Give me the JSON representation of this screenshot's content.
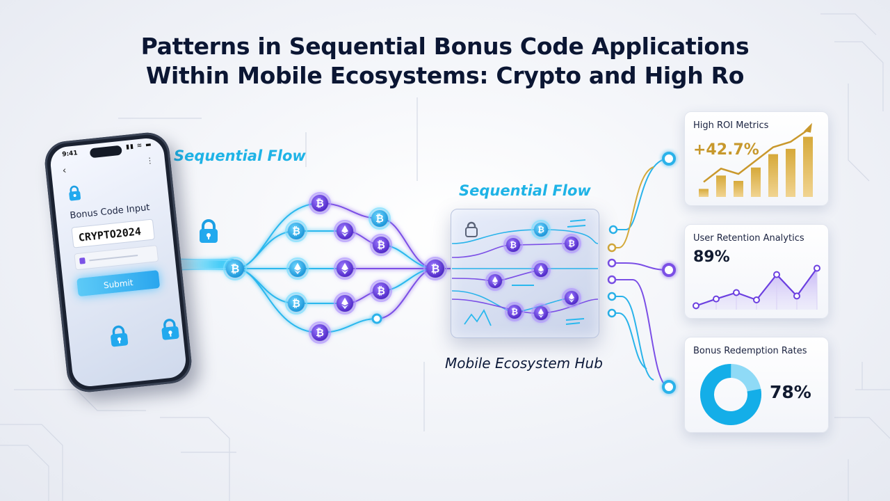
{
  "title_line1": "Patterns in Sequential Bonus Code Applications",
  "title_line2": "Within Mobile Ecosystems: Crypto and High Ro",
  "flow_labels": [
    "Sequential Flow",
    "Sequential Flow"
  ],
  "hub_label": "Mobile Ecosystem Hub",
  "phone": {
    "time": "9:41",
    "status_icons": "▮▮ ≋ ▬",
    "back_icon": "‹",
    "menu_icon": "⋮",
    "bonus_label": "Bonus Code Input",
    "code_value": "CRYPTO2024",
    "submit_label": "Submit"
  },
  "cards": {
    "roi": {
      "title": "High ROI Metrics",
      "value": "+42.7%",
      "bars": [
        0.12,
        0.32,
        0.24,
        0.44,
        0.64,
        0.72,
        0.9
      ]
    },
    "retention": {
      "title": "User Retention Analytics",
      "value": "89%",
      "points": [
        0.08,
        0.22,
        0.35,
        0.2,
        0.72,
        0.28,
        0.85
      ]
    },
    "redemption": {
      "title": "Bonus Redemption Rates",
      "value": "78%",
      "rate": 0.78
    }
  },
  "colors": {
    "cyan": "#22b8ec",
    "purple": "#6b3fe0",
    "gold": "#d4a93a",
    "title": "#0b1633"
  },
  "icons": {
    "bitcoin": "bitcoin-icon",
    "ethereum": "ethereum-icon",
    "lock": "padlock-icon"
  }
}
